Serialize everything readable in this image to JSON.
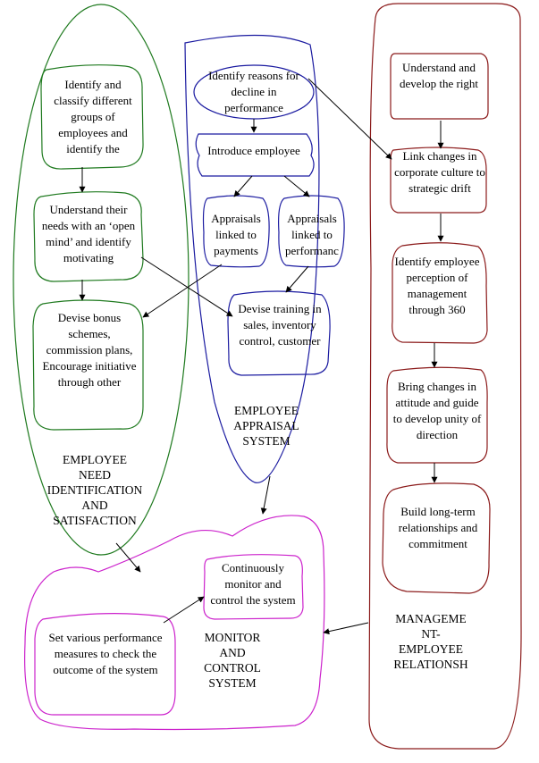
{
  "colors": {
    "green": "#1f7a1f",
    "blue": "#1a1aa0",
    "maroon": "#8b1a1a",
    "magenta": "#cc22cc",
    "arrow": "#000000"
  },
  "groups": {
    "employee_need": "EMPLOYEE\nNEED\nIDENTIFICATION\nAND\nSATISFACTION",
    "appraisal": "EMPLOYEE\nAPPRAISAL\nSYSTEM",
    "management": "MANAGEME\nNT-\nEMPLOYEE\nRELATIONSH",
    "monitor": "MONITOR\nAND\nCONTROL\nSYSTEM"
  },
  "nodes": {
    "identify_classify": "Identify and classify different groups of employees and identify the",
    "understand_needs": "Understand their needs with an ‘open mind’ and identify motivating",
    "devise_bonus": "Devise bonus schemes, commission plans, Encourage initiative through other",
    "identify_reasons": "Identify reasons for decline in performance",
    "introduce_employee": "Introduce employee",
    "appraisals_payments": "Appraisals linked to payments",
    "appraisals_performance": "Appraisals linked to performanc",
    "devise_training": "Devise training in sales, inventory control, customer",
    "understand_develop": "Understand and develop the right",
    "link_changes": "Link changes in corporate culture to strategic drift",
    "identify_perception": "Identify employee perception of management through 360",
    "bring_changes": "Bring changes in attitude and guide to develop unity of direction",
    "build_relationships": "Build long-term relationships and commitment",
    "continuously_monitor": "Continuously monitor and control the system",
    "set_measures": "Set various performance measures to check the outcome of the system"
  }
}
